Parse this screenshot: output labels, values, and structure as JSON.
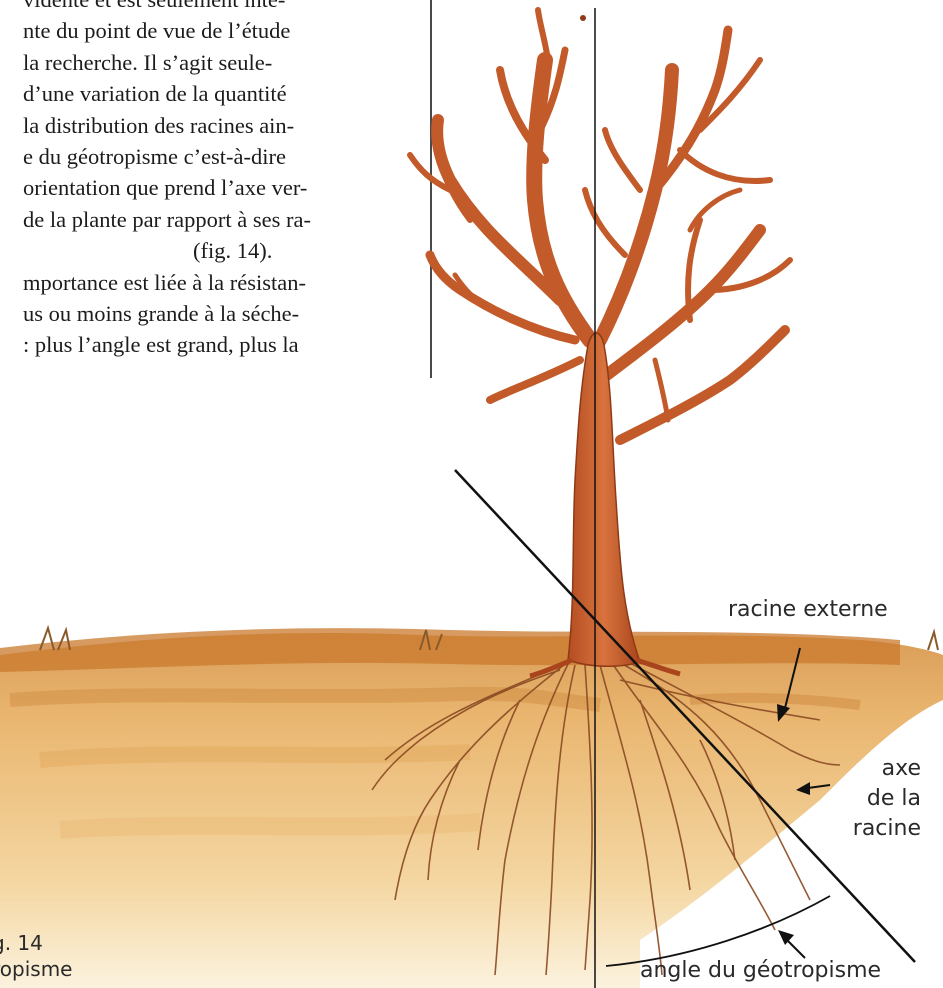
{
  "body_text": {
    "lines": [
      "vidente et est seulement inté-",
      "nte du point de vue de l’étude",
      "la recherche. Il s’agit seule-",
      "d’une variation de la quantité",
      "la distribution des racines ain-",
      "e du géotropisme c’est-à-dire",
      "orientation que prend l’axe ver-",
      "de la plante par rapport à ses ra-",
      "(fig. 14).",
      "mportance est liée à la résistan-",
      "us ou moins grande à la séche-",
      ": plus l’angle est grand, plus la"
    ]
  },
  "figure": {
    "caption_line1": "g. 14",
    "caption_line2": "ropisme",
    "labels": {
      "external_root": "racine externe",
      "root_axis_1": "axe",
      "root_axis_2": "de la",
      "root_axis_3": "racine",
      "geotropism_angle": "angle du géotropisme"
    }
  },
  "colors": {
    "trunk": "#c9602e",
    "trunk_dark": "#8f3a16",
    "soil": "#e0a350",
    "soil_light": "#f3d6a0",
    "line": "#111111"
  }
}
